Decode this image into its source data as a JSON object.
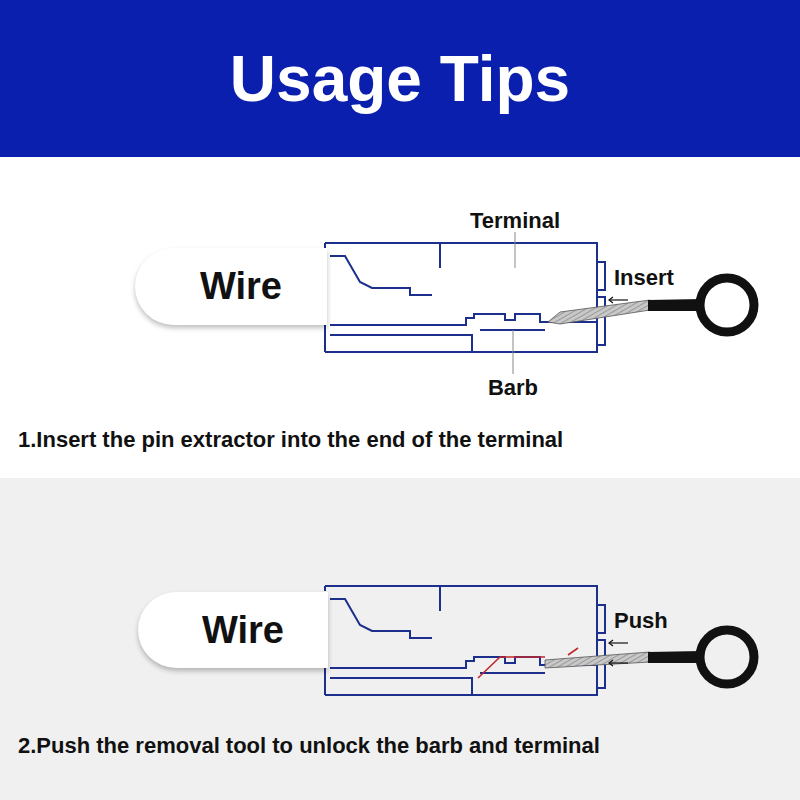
{
  "diagram": {
    "title": "Usage Tips",
    "nodes": [
      {
        "text": [
          "Wire"
        ]
      },
      {
        "text": [
          "Wire"
        ]
      }
    ],
    "labels": [
      "Terminal",
      "Insert",
      "Barb",
      "1.Insert the pin extractor into the end of the terminal",
      "Push",
      "2.Push the removal tool to unlock the barb and terminal"
    ]
  }
}
